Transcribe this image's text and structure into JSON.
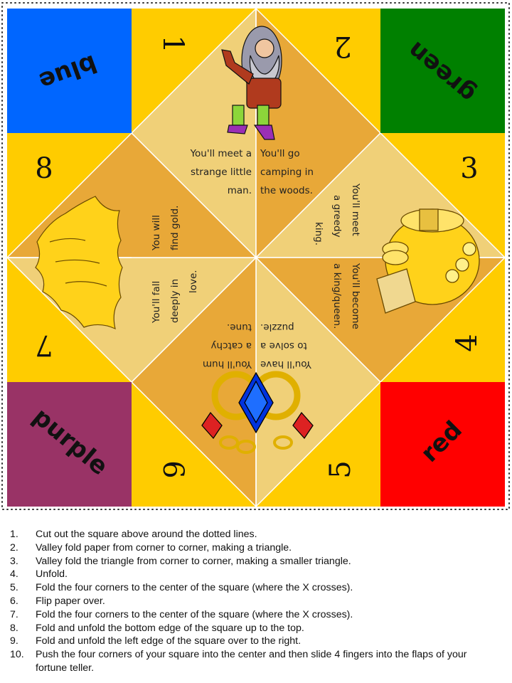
{
  "corners": {
    "blue": {
      "label": "blue",
      "color": "#0066ff"
    },
    "green": {
      "label": "green",
      "color": "#008000"
    },
    "purple": {
      "label": "purple",
      "color": "#993366"
    },
    "red": {
      "label": "red",
      "color": "#ff0000"
    }
  },
  "palette": {
    "yellow": "#ffcc00",
    "light_tan": "#f0d078",
    "dark_tan": "#e8a838"
  },
  "numbers": [
    "1",
    "2",
    "3",
    "4",
    "5",
    "6",
    "7",
    "8"
  ],
  "fortunes": {
    "strange_man": [
      "You'll meet a",
      "strange little",
      "man."
    ],
    "camping": [
      "You'll go",
      "camping in",
      "the woods."
    ],
    "greedy_king": [
      "You'll meet",
      "a greedy",
      "king."
    ],
    "king_queen": [
      "You'll become",
      "a king/queen."
    ],
    "puzzle": [
      "You'll have",
      "to solve a",
      "puzzle."
    ],
    "tune": [
      "You'll hum",
      "a catchy",
      "tune."
    ],
    "love": [
      "You'll fall",
      "deeply in",
      "love."
    ],
    "gold": [
      "You will",
      "find gold."
    ]
  },
  "instructions": [
    {
      "n": "1.",
      "text": "Cut out the square above around the dotted lines."
    },
    {
      "n": "2.",
      "text": "Valley fold paper from corner to corner, making a triangle."
    },
    {
      "n": "3.",
      "text": "Valley fold the triangle from corner to corner, making a smaller triangle."
    },
    {
      "n": "4.",
      "text": "Unfold."
    },
    {
      "n": "5.",
      "text": "Fold the four corners to the center of the square (where the X crosses)."
    },
    {
      "n": "6.",
      "text": "Flip paper over."
    },
    {
      "n": "7.",
      "text": "Fold the four corners to the center of the square (where the X crosses)."
    },
    {
      "n": "8.",
      "text": "Fold and unfold the bottom edge of the square up to the top."
    },
    {
      "n": "9.",
      "text": "Fold and unfold the left edge of the square over to the right."
    },
    {
      "n": "10.",
      "text": "Push the four corners of your square into the center and then slide 4 fingers into the flaps of your fortune teller."
    }
  ]
}
